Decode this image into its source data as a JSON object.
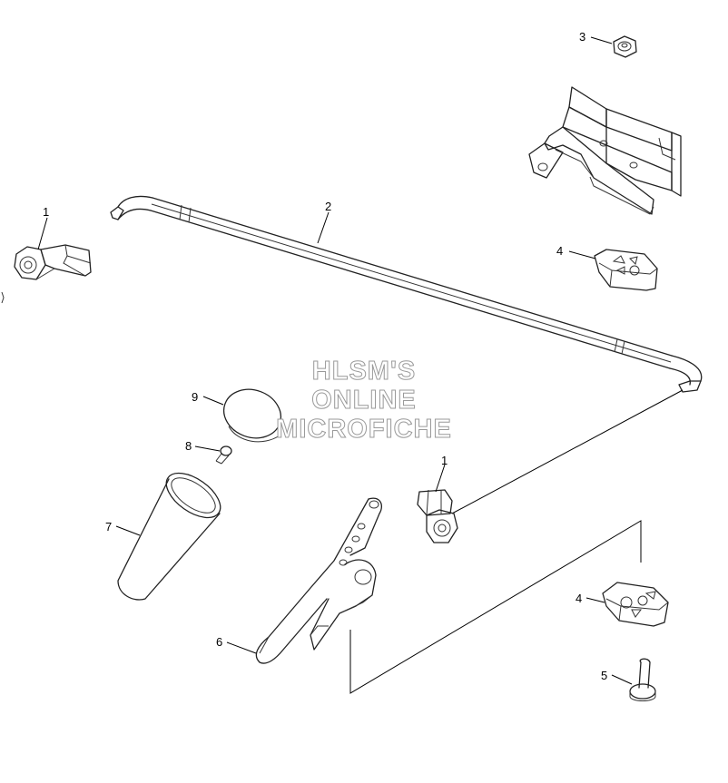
{
  "watermark": {
    "line1": "HLSM'S",
    "line2": "ONLINE",
    "line3": "MICROFICHE"
  },
  "callouts": {
    "bracket_clamp_left": "1",
    "stabilizer_bar": "2",
    "nut": "3",
    "bushing_top": "4",
    "mount_bracket": "",
    "clamp_right": "1",
    "cap": "9",
    "screw_small": "8",
    "grip": "7",
    "lever": "6",
    "bushing_bottom": "4",
    "bolt": "5"
  }
}
